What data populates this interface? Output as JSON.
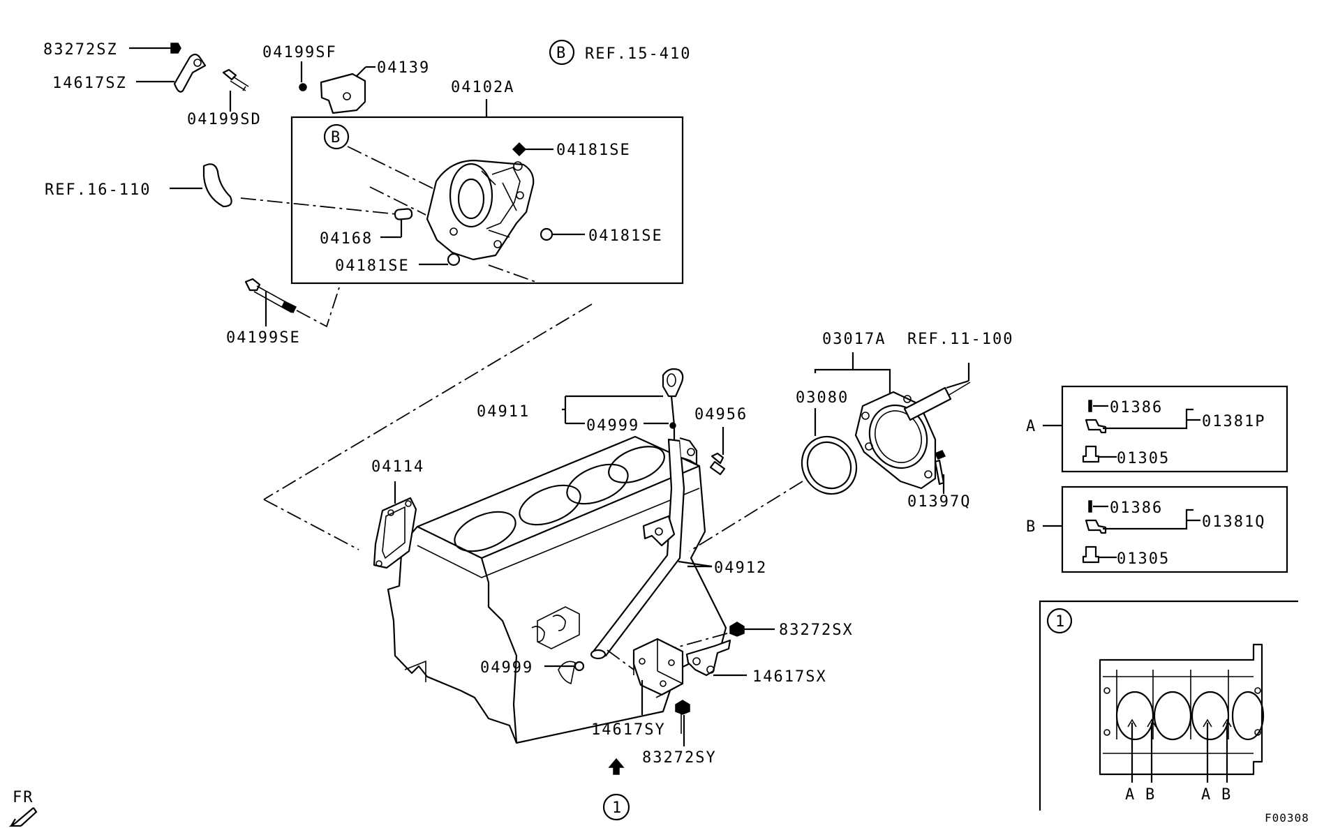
{
  "diagram": {
    "labels": {
      "p83272SZ": "83272SZ",
      "p14617SZ": "14617SZ",
      "p04199SD": "04199SD",
      "p04199SF": "04199SF",
      "p04139": "04139",
      "refB1": "B",
      "ref15_410": "REF.15-410",
      "p04102A": "04102A",
      "refB2": "B",
      "p04181SE_a": "04181SE",
      "ref16_110": "REF.16-110",
      "p04168": "04168",
      "p04181SE_b": "04181SE",
      "p04181SE_c": "04181SE",
      "p04199SE": "04199SE",
      "p03017A": "03017A",
      "ref11_100": "REF.11-100",
      "p03080": "03080",
      "p04911": "04911",
      "p04999_a": "04999",
      "p04956": "04956",
      "p01397Q": "01397Q",
      "p04114": "04114",
      "p04912": "04912",
      "p83272SX": "83272SX",
      "p04999_b": "04999",
      "p14617SX": "14617SX",
      "p14617SY": "14617SY",
      "p83272SY": "83272SY",
      "view1": "1",
      "fr": "FR",
      "boxA": "A",
      "boxA_01386": "01386",
      "boxA_01381P": "01381P",
      "boxA_01305": "01305",
      "boxB": "B",
      "boxB_01386": "01386",
      "boxB_01381Q": "01381Q",
      "boxB_01305": "01305",
      "inset1": "1",
      "insetA1": "A",
      "insetB1": "B",
      "insetA2": "A",
      "insetB2": "B",
      "figure_code": "F00308"
    }
  }
}
